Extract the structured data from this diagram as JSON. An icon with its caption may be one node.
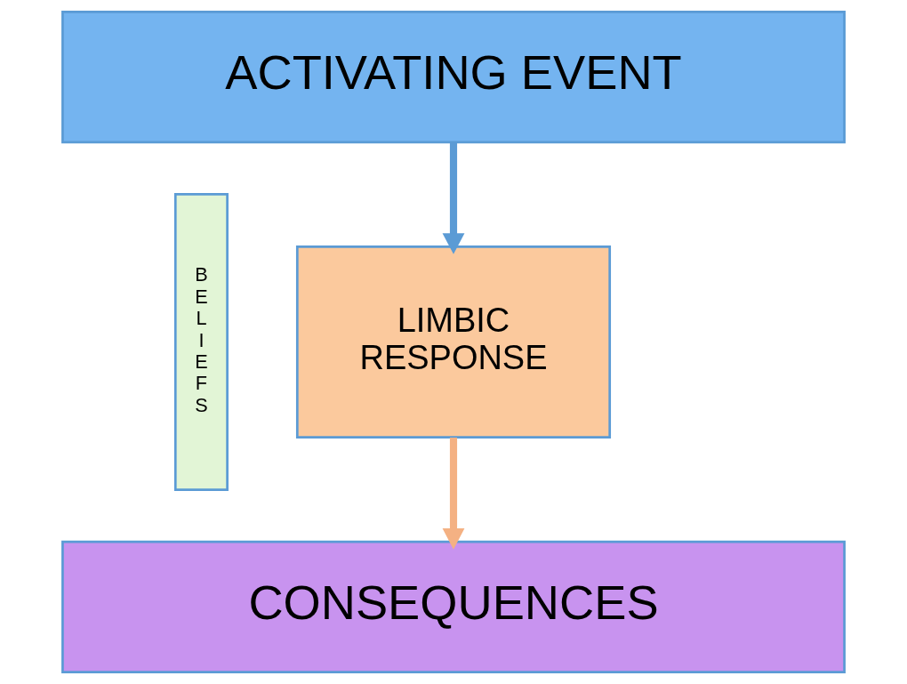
{
  "diagram": {
    "nodes": [
      {
        "text": [
          "ACTIVATING EVENT"
        ]
      },
      {
        "text": [
          "BELIEFS"
        ]
      },
      {
        "text": [
          "LIMBIC RESPONSE"
        ]
      },
      {
        "text": [
          "CONSEQUENCES"
        ]
      }
    ],
    "edges": [
      {
        "from": 0,
        "to": 2,
        "arrow": "to",
        "color": "#5b9bd5"
      },
      {
        "from": 2,
        "to": 3,
        "arrow": "to",
        "color": "#f4b183"
      }
    ]
  }
}
